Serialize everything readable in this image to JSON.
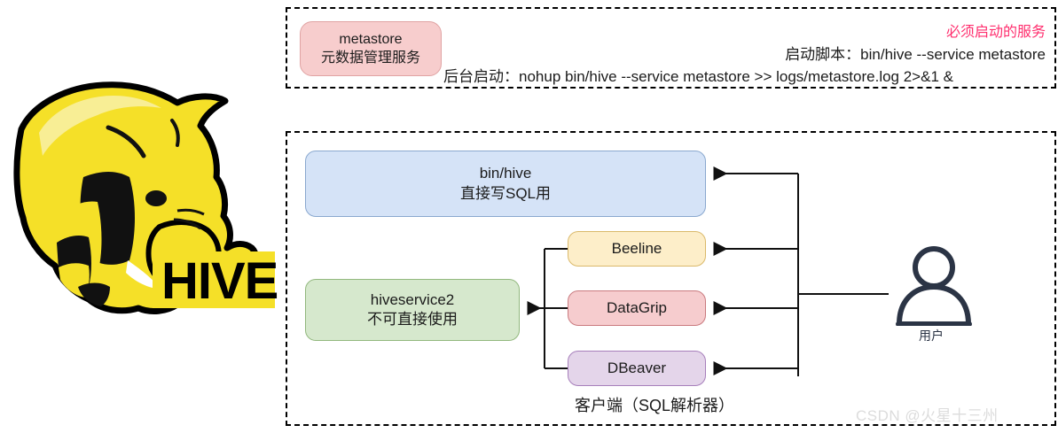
{
  "logo": {
    "name": "hive-logo",
    "wordmark": "HIVE",
    "colors": {
      "body": "#f5e028",
      "outline": "#000000",
      "highlight": "#f7ef9a"
    }
  },
  "metastore_section": {
    "box": {
      "title": "metastore",
      "subtitle": "元数据管理服务",
      "fill": "#f7cdcd",
      "stroke": "#e0a3a3"
    },
    "must_start_note": "必须启动的服务",
    "must_start_color": "#ff2e6e",
    "start_script_line": "启动脚本：bin/hive --service metastore",
    "background_start_line": "后台启动：nohup bin/hive --service metastore >> logs/metastore.log 2>&1 &"
  },
  "client_section": {
    "caption": "客户端（SQL解析器）",
    "bin_hive": {
      "title": "bin/hive",
      "subtitle": "直接写SQL用",
      "fill": "#d5e3f7",
      "stroke": "#8aa8cf"
    },
    "hiveservice2": {
      "title": "hiveservice2",
      "subtitle": "不可直接使用",
      "fill": "#d6e8cd",
      "stroke": "#92b87e"
    },
    "clients": [
      {
        "label": "Beeline",
        "fill": "#fdeec9",
        "stroke": "#dab96a"
      },
      {
        "label": "DataGrip",
        "fill": "#f6ccce",
        "stroke": "#c97a7f"
      },
      {
        "label": "DBeaver",
        "fill": "#e4d5ea",
        "stroke": "#a77fbb"
      }
    ]
  },
  "user": {
    "label": "用户",
    "color": "#2b3445"
  },
  "watermark": "CSDN @火星十三州"
}
